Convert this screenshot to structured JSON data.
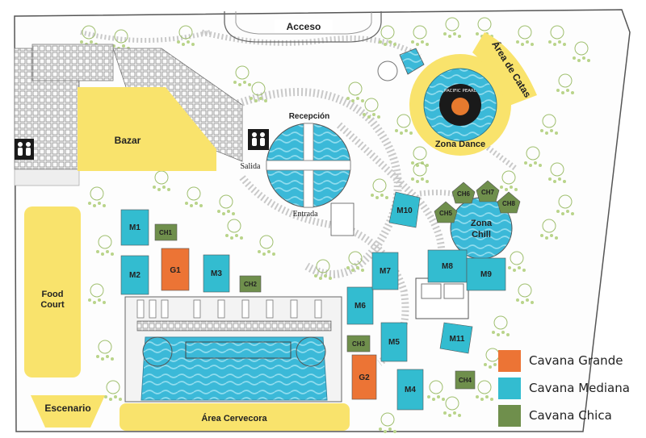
{
  "colors": {
    "yellow": "#f9e36c",
    "pool": "#3bb9d8",
    "pool_light": "#8fdcee",
    "cavana_grande": "#ec7435",
    "cavana_mediana": "#33bcd0",
    "cavana_chica": "#6f8f4c",
    "tree": "#b9d48a",
    "path": "#c9c9c9"
  },
  "labels": {
    "acceso": "Acceso",
    "bazar": "Bazar",
    "recepcion": "Recepción",
    "salida": "Salida",
    "entrada": "Entrada",
    "area_catas": "Área de Catas",
    "zona_dance": "Zona Dance",
    "zona_chill_1": "Zona",
    "zona_chill_2": "Chill",
    "food_court_1": "Food",
    "food_court_2": "Court",
    "escenario": "Escenario",
    "area_cervecora": "Área Cervecora",
    "logo_text": "PACIFIC PEARL"
  },
  "cavanas": {
    "grande": [
      "G1",
      "G2"
    ],
    "mediana": [
      "M1",
      "M2",
      "M3",
      "M4",
      "M5",
      "M6",
      "M7",
      "M8",
      "M9",
      "M10",
      "M11"
    ],
    "chica": [
      "CH1",
      "CH2",
      "CH3",
      "CH4",
      "CH5",
      "CH6",
      "CH7",
      "CH8"
    ]
  },
  "legend": [
    {
      "label": "Cavana Grande",
      "color": "#ec7435"
    },
    {
      "label": "Cavana Mediana",
      "color": "#33bcd0"
    },
    {
      "label": "Cavana Chica",
      "color": "#6f8f4c"
    }
  ]
}
